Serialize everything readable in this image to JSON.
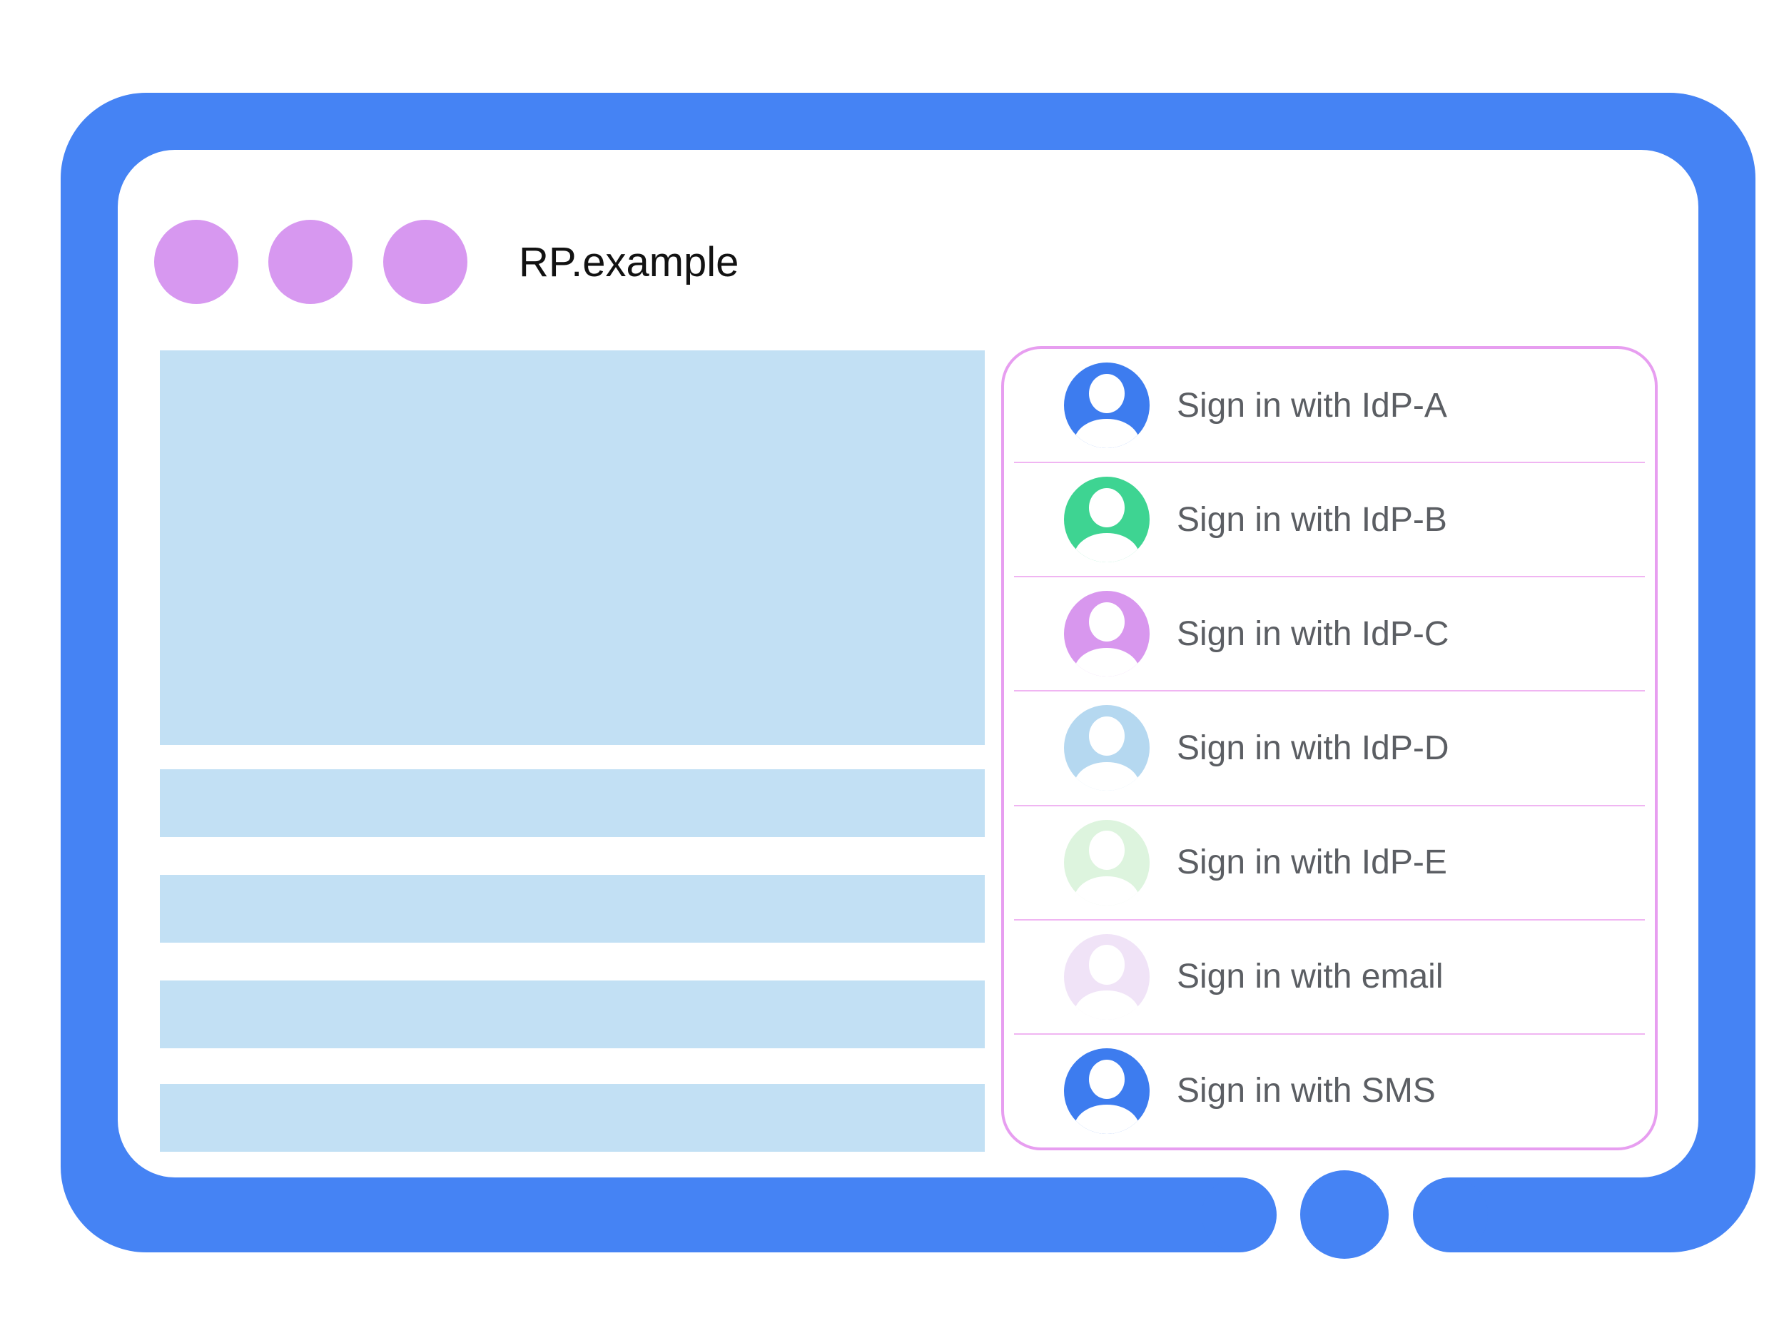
{
  "window": {
    "title": "RP.example",
    "traffic_light_count": 3
  },
  "account_chooser": {
    "items": [
      {
        "label": "Sign in with IdP-A",
        "avatar_color": "#3D7CEF"
      },
      {
        "label": "Sign in with IdP-B",
        "avatar_color": "#3ED492"
      },
      {
        "label": "Sign in with IdP-C",
        "avatar_color": "#D897EE"
      },
      {
        "label": "Sign in with IdP-D",
        "avatar_color": "#B5D8F0"
      },
      {
        "label": "Sign in with IdP-E",
        "avatar_color": "#DDF4DE"
      },
      {
        "label": "Sign in with email",
        "avatar_color": "#F0E3F7"
      },
      {
        "label": "Sign in with SMS",
        "avatar_color": "#3D7CEF"
      }
    ]
  },
  "colors": {
    "frame-blue": "#4583F4",
    "screen-white": "#FFFFFF",
    "dot-purple": "#D798F0",
    "placeholder-blue": "#C2E0F4",
    "panel-border": "#E79EF0",
    "divider-pink": "#F0B5F2",
    "label-gray": "#5B5E63",
    "title-color": "#121212"
  }
}
